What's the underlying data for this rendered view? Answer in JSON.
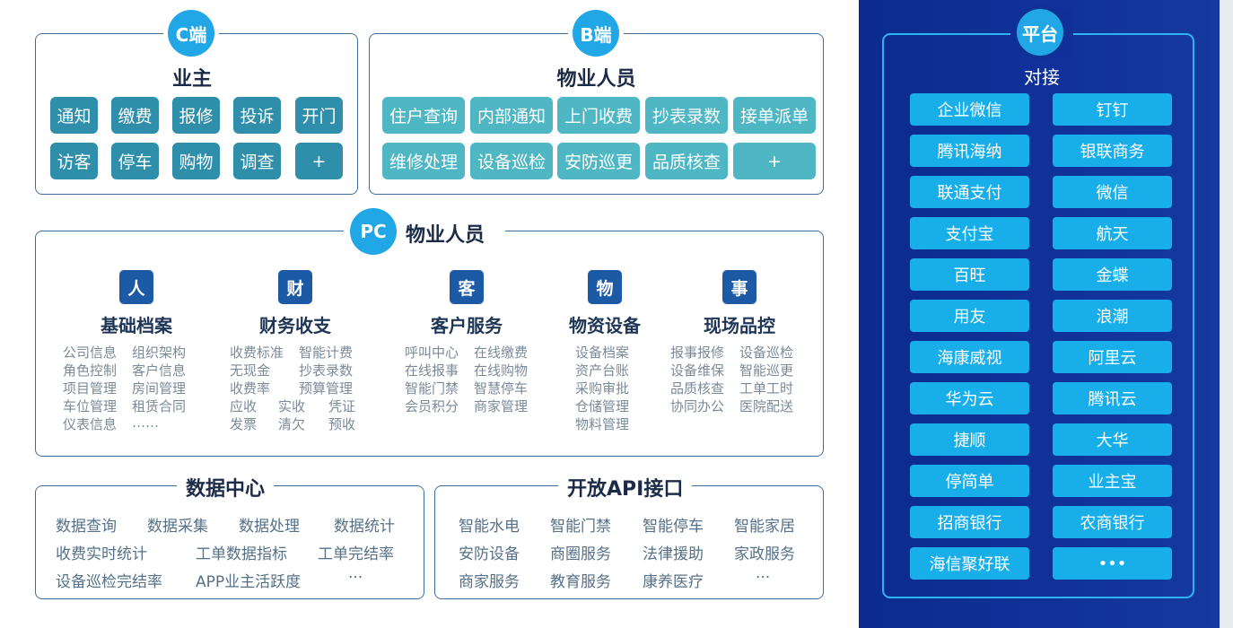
{
  "c_end": {
    "badge": "C端",
    "title": "业主",
    "row1": [
      "通知",
      "缴费",
      "报修",
      "投诉",
      "开门"
    ],
    "row2": [
      "访客",
      "停车",
      "购物",
      "调查",
      "+"
    ]
  },
  "b_end": {
    "badge": "B端",
    "title": "物业人员",
    "row1": [
      "住户查询",
      "内部通知",
      "上门收费",
      "抄表录数",
      "接单派单"
    ],
    "row2": [
      "维修处理",
      "设备巡检",
      "安防巡更",
      "品质核查",
      "+"
    ]
  },
  "pc": {
    "badge": "PC",
    "title": "物业人员",
    "columns": [
      {
        "icon": "人",
        "title": "基础档案",
        "items": [
          "公司信息",
          "组织架构",
          "角色控制",
          "客户信息",
          "项目管理",
          "房间管理",
          "车位管理",
          "租赁合同",
          "仪表信息",
          "……"
        ]
      },
      {
        "icon": "财",
        "title": "财务收支",
        "items": [
          "收费标准",
          "智能计费",
          "无现金",
          "抄表录数",
          "收费率",
          "预算管理",
          "应收",
          "实收",
          "凭证",
          "发票",
          "清欠",
          "预收"
        ]
      },
      {
        "icon": "客",
        "title": "客户服务",
        "items": [
          "呼叫中心",
          "在线缴费",
          "在线报事",
          "在线购物",
          "智能门禁",
          "智慧停车",
          "会员积分",
          "商家管理"
        ]
      },
      {
        "icon": "物",
        "title": "物资设备",
        "items": [
          "设备档案",
          "资产台账",
          "采购审批",
          "仓储管理",
          "物料管理"
        ]
      },
      {
        "icon": "事",
        "title": "现场品控",
        "items": [
          "报事报修",
          "设备巡检",
          "设备维保",
          "智能巡更",
          "品质核查",
          "工单工时",
          "协同办公",
          "医院配送"
        ]
      }
    ]
  },
  "data_center": {
    "title": "数据中心",
    "row1": [
      "数据查询",
      "数据采集",
      "数据处理",
      "数据统计"
    ],
    "row2": [
      "收费实时统计",
      "工单数据指标",
      "工单完结率"
    ],
    "row3": [
      "设备巡检完结率",
      "APP业主活跃度",
      "···"
    ]
  },
  "open_api": {
    "title": "开放API接口",
    "row1": [
      "智能水电",
      "智能门禁",
      "智能停车",
      "智能家居"
    ],
    "row2": [
      "安防设备",
      "商圈服务",
      "法律援助",
      "家政服务"
    ],
    "row3": [
      "商家服务",
      "教育服务",
      "康养医疗",
      "···"
    ]
  },
  "platform": {
    "badge": "平台",
    "title": "对接",
    "items": [
      "企业微信",
      "钉钉",
      "腾讯海纳",
      "银联商务",
      "联通支付",
      "微信",
      "支付宝",
      "航天",
      "百旺",
      "金蝶",
      "用友",
      "浪潮",
      "海康威视",
      "阿里云",
      "华为云",
      "腾讯云",
      "捷顺",
      "大华",
      "停简单",
      "业主宝",
      "招商银行",
      "农商银行",
      "海信聚好联",
      "•••"
    ]
  },
  "colors": {
    "c_button": "#2f8eaa",
    "b_button": "#4fb6c4",
    "badge": "#21a7e6",
    "icon_badge": "#1d5aa6",
    "panel": "#0c2a90",
    "platform_button": "#17aeea"
  }
}
